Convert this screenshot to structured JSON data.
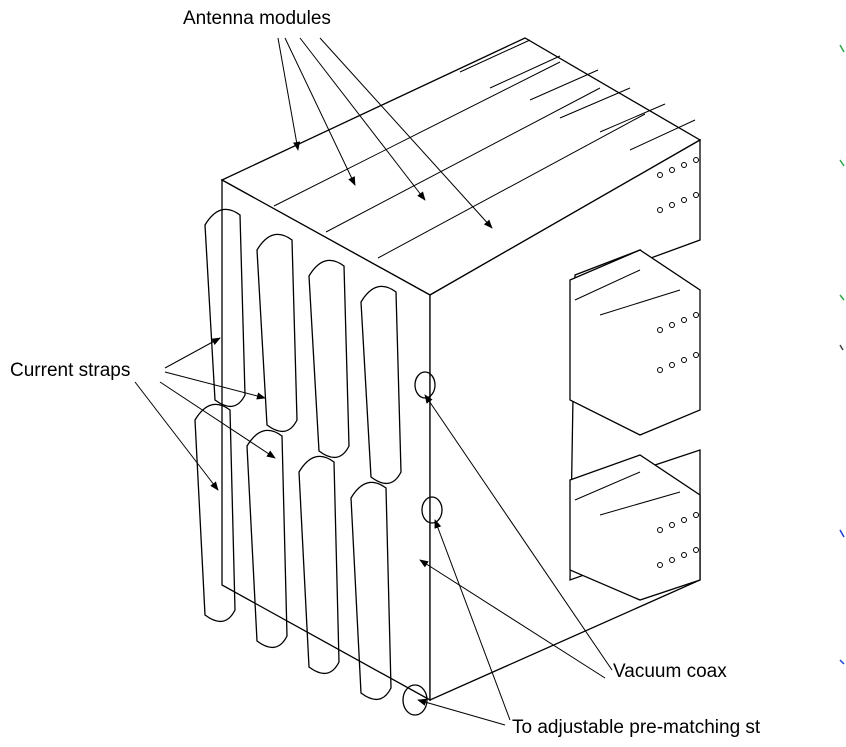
{
  "labels": {
    "antenna_modules": "Antenna modules",
    "current_straps": "Current straps",
    "vacuum_coax": "Vacuum coax",
    "to_adjustable": "To adjustable pre-matching st"
  },
  "colors": {
    "line": "#000000",
    "background": "#ffffff",
    "edge_marks": [
      "#2ea84a",
      "#1a3fd6",
      "#444444"
    ]
  }
}
